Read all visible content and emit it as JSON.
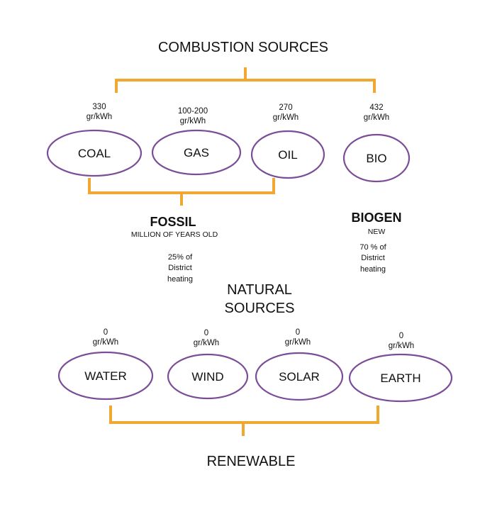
{
  "combustion_title": "COMBUSTION SOURCES",
  "natural_title": {
    "line1": "NATURAL",
    "line2": "SOURCES"
  },
  "renewable_title": "RENEWABLE",
  "combustion_nodes": [
    {
      "label": "COAL",
      "emission_value": "330",
      "emission_unit": "gr/kWh"
    },
    {
      "label": "GAS",
      "emission_value": "100-200",
      "emission_unit": "gr/kWh"
    },
    {
      "label": "OIL",
      "emission_value": "270",
      "emission_unit": "gr/kWh"
    },
    {
      "label": "BIO",
      "emission_value": "432",
      "emission_unit": "gr/kWh"
    }
  ],
  "renewable_nodes": [
    {
      "label": "WATER",
      "emission_value": "0",
      "emission_unit": "gr/kWh"
    },
    {
      "label": "WIND",
      "emission_value": "0",
      "emission_unit": "gr/kWh"
    },
    {
      "label": "SOLAR",
      "emission_value": "0",
      "emission_unit": "gr/kWh"
    },
    {
      "label": "EARTH",
      "emission_value": "0",
      "emission_unit": "gr/kWh"
    }
  ],
  "fossil": {
    "title": "FOSSIL",
    "subtitle": "MILLION OF YEARS OLD",
    "note": [
      "25% of",
      "District",
      "heating"
    ]
  },
  "biogen": {
    "title": "BIOGEN",
    "subtitle": "NEW",
    "note": [
      "70 % of",
      "District",
      "heating"
    ]
  },
  "colors": {
    "bracket": "#f0a830",
    "ellipse_stroke": "#7b4d99",
    "text": "#111111"
  }
}
